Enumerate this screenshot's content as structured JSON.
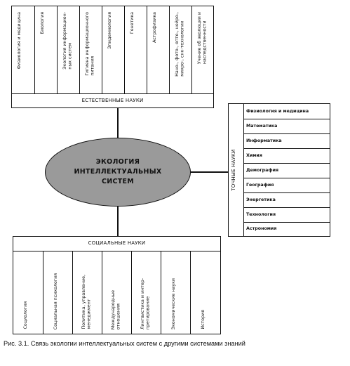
{
  "natural": {
    "banner": "ЕСТЕСТВЕННЫЕ НАУКИ",
    "items": [
      "Физиология и медицина",
      "Биология",
      "Экология информацион-\nных систем",
      "Гигиена информационного\nпитания",
      "Эпидемиология",
      "Генетика",
      "Астрофизика",
      "Нано-, фото-, опто-, нейро-,\nмикро-, снк-технологии",
      "Учение об эволюции и\nнаследственности"
    ]
  },
  "center": {
    "lines": [
      "ЭКОЛОГИЯ",
      "ИНТЕЛЛЕКТУАЛЬНЫХ",
      "СИСТЕМ"
    ]
  },
  "exact": {
    "banner": "ТОЧНЫЕ НАУКИ",
    "items": [
      "Физиология и медицина",
      "Математика",
      "Информатика",
      "Химия",
      "Демография",
      "География",
      "Энергетика",
      "Технология",
      "Астрономия"
    ]
  },
  "social": {
    "banner": "СОЦИАЛЬНЫЕ НАУКИ",
    "items": [
      "Социология",
      "Социальная психология",
      "Политика, управление,\nменеджмент",
      "Международные\nотношения",
      "Лингвистика и интер-\nпретирование",
      "Экономические науки",
      "История"
    ]
  },
  "caption": "Рис. 3.1. Связь экологии интеллектуальных систем с другими системами знаний"
}
